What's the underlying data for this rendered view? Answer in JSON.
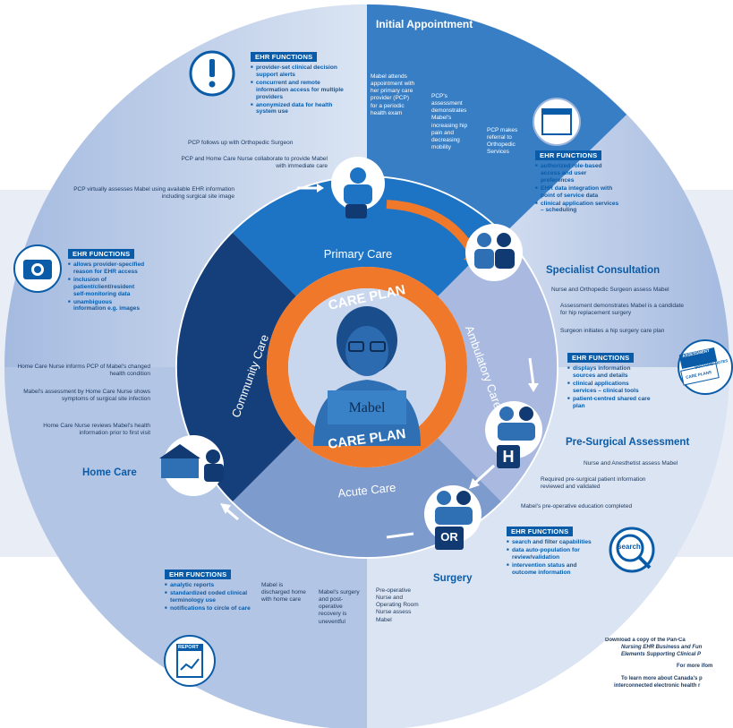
{
  "center": {
    "care_plan_top": "CARE PLAN",
    "care_plan_bottom": "CARE PLAN",
    "patient_name": "Mabel"
  },
  "sectors": {
    "primary_care": "Primary Care",
    "ambulatory_care": "Ambulatory Care",
    "acute_care": "Acute Care",
    "community_care": "Community Care"
  },
  "ehr_header": "EHR FUNCTIONS",
  "initial_appointment": {
    "title": "Initial Appointment",
    "col1": "Mabel attends appointment with her primary care provider (PCP) for a periodic health exam",
    "col2": "PCP's assessment demonstrates Mabel's increasing hip pain and decreasing mobility",
    "col3": "PCP makes referral to Orthopedic Services"
  },
  "ehr_top": [
    "provider-set clinical decision support alerts",
    "concurrent and remote information access for multiple providers",
    "anonymized data for health system use"
  ],
  "primary_care_steps": [
    "PCP follows up with Orthopedic Surgeon",
    "PCP and Home Care Nurse collaborate to provide Mabel with immediate care",
    "PCP virtually assesses Mabel using available EHR information including surgical site image"
  ],
  "ehr_right_top": [
    "authorized role-based access and user preferences",
    "EHR data integration with point of service data",
    "clinical application services – scheduling"
  ],
  "specialist": {
    "title": "Specialist Consultation",
    "steps": [
      "Nurse and Orthopedic Surgeon assess Mabel",
      "Assessment demonstrates Mabel is a candidate for hip replacement surgery",
      "Surgeon initiates a hip surgery care plan"
    ]
  },
  "ehr_right_mid": [
    "displays information sources and details",
    "clinical applications services – clinical tools",
    "patient-centred shared care plan"
  ],
  "docs_labels": [
    "ASSESSMENT",
    "DOCTORS' NOTES",
    "CARE PLANS"
  ],
  "pre_surgical": {
    "title": "Pre-Surgical Assessment",
    "steps": [
      "Nurse and Anesthetist assess Mabel",
      "Required pre-surgical patient information reviewed and validated",
      "Mabel's pre-operative education completed"
    ],
    "h_badge": "H"
  },
  "ehr_right_bottom": [
    "search and filter capabilities",
    "data auto-population for review/validation",
    "intervention status and outcome information"
  ],
  "search_label": "search",
  "surgery": {
    "title": "Surgery",
    "or_badge": "OR"
  },
  "acute_steps": [
    "Pre-operative Nurse and Operating Room Nurse assess Mabel",
    "Mabel's surgery and post-operative recovery is uneventful",
    "Mabel is discharged home with home care"
  ],
  "ehr_bottom_left": [
    "analytic reports",
    "standardized coded clinical terminology use",
    "notifications to circle of care"
  ],
  "report_label": "REPORT",
  "ehr_left": [
    "allows provider-specified reason for EHR access",
    "inclusion of patient/client/resident self-monitoring data",
    "unambiguous information e.g. images"
  ],
  "home_care": {
    "title": "Home Care",
    "steps": [
      "Home Care Nurse informs PCP of Mabel's changed health condition",
      "Mabel's assessment by Home Care Nurse shows symptoms of surgical site infection",
      "Home Care Nurse reviews Mabel's health information prior to first visit"
    ]
  },
  "footer": {
    "line1": "Download a copy of the Pan-Ca",
    "line2": "Nursing EHR Business and Fun",
    "line3": "Elements Supporting Clinical P",
    "line4": "For more ifom",
    "line5": "To learn more about Canada's p",
    "line6": "interconnected electronic health r"
  },
  "colors": {
    "navy": "#123a72",
    "blue": "#0a5ca8",
    "mid_blue": "#6d8ec7",
    "light_ring": "#c3d1ea",
    "band": "#e5ebf5",
    "orange": "#f0782a"
  }
}
